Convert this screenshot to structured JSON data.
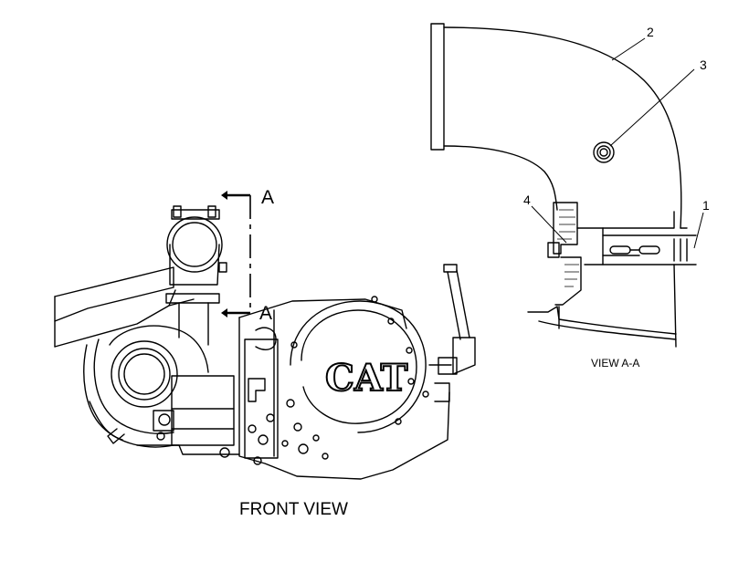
{
  "section_marker": {
    "top": "A",
    "bottom": "A"
  },
  "brand_logo": "CAT",
  "captions": {
    "front": "FRONT VIEW",
    "section": "VIEW A-A"
  },
  "callouts": [
    "1",
    "2",
    "3",
    "4"
  ]
}
